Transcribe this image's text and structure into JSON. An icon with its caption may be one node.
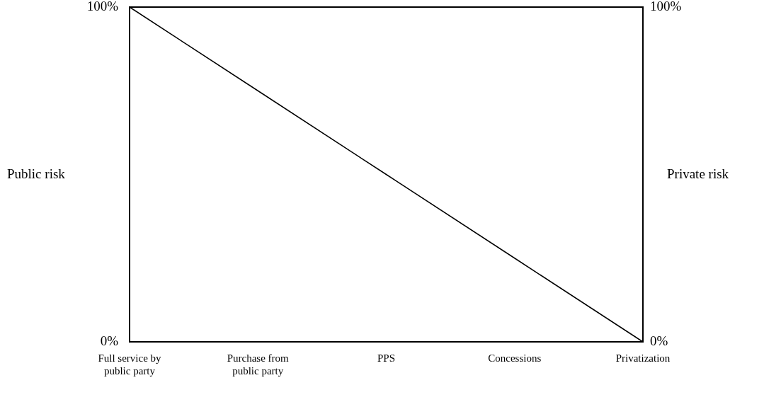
{
  "diagram": {
    "labels": [
      "100%",
      "Private risk",
      "0%"
    ],
    "chart_data": {
      "type": "line",
      "ylabel": "Public risk",
      "categories": [
        "Full service by public party",
        "Purchase from public party",
        "PPS",
        "Concessions",
        "Privatization"
      ],
      "series": [
        {
          "color": "#000000",
          "values": [
            100,
            75,
            50,
            25,
            0
          ]
        }
      ],
      "ylim": [
        0,
        100
      ],
      "yticks": [
        {
          "value": 0,
          "label": "0%"
        },
        {
          "value": 100,
          "label": "100%"
        }
      ]
    }
  }
}
